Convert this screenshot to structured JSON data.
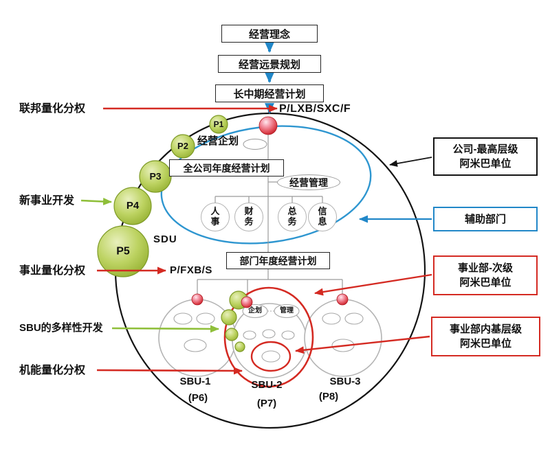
{
  "colors": {
    "arrow_red": "#d42a22",
    "arrow_blue": "#2187c8",
    "arrow_green": "#8fbf3a",
    "outline_black": "#141414",
    "amoeba_green": "#aec64a",
    "sphere_pink": "#e05560",
    "support_ellipse_blue": "#2e96d0"
  },
  "flow": {
    "philosophy": "经营理念",
    "vision": "经营远景规划",
    "midterm_plan": "长中期经营计划",
    "formula_company": "P/LXB/SXC/F",
    "formula_division": "P/FXB/S"
  },
  "left_labels": {
    "federal_decentralization": "联邦量化分权",
    "new_business_dev": "新事业开发",
    "division_decentralization": "事业量化分权",
    "sbu_diversity_dev": "SBU的多样性开发",
    "function_decentralization": "机能量化分权"
  },
  "company": {
    "planning_dept": "经营企划",
    "annual_plan": "全公司年度经营计划",
    "management": "经营管理",
    "departments": [
      "人事",
      "财务",
      "总务",
      "信息"
    ],
    "sdu_label": "SDU",
    "dept_annual_plan": "部门年度经营计划",
    "p_circles": [
      "P1",
      "P2",
      "P3",
      "P4",
      "P5"
    ]
  },
  "sbu": {
    "units": [
      {
        "name": "SBU-1",
        "p_label": "(P6)"
      },
      {
        "name": "SBU-2",
        "p_label": "(P7)"
      },
      {
        "name": "SBU-3",
        "p_label": "(P8)"
      }
    ],
    "planning": "企划",
    "management": "管理"
  },
  "legend": {
    "company_level": {
      "line1": "公司-最高层级",
      "line2": "阿米巴单位"
    },
    "support_dept": {
      "line1": "辅助部门"
    },
    "division_level": {
      "line1": "事业部-次级",
      "line2": "阿米巴单位"
    },
    "base_level": {
      "line1": "事业部内基层级",
      "line2": "阿米巴单位"
    }
  }
}
